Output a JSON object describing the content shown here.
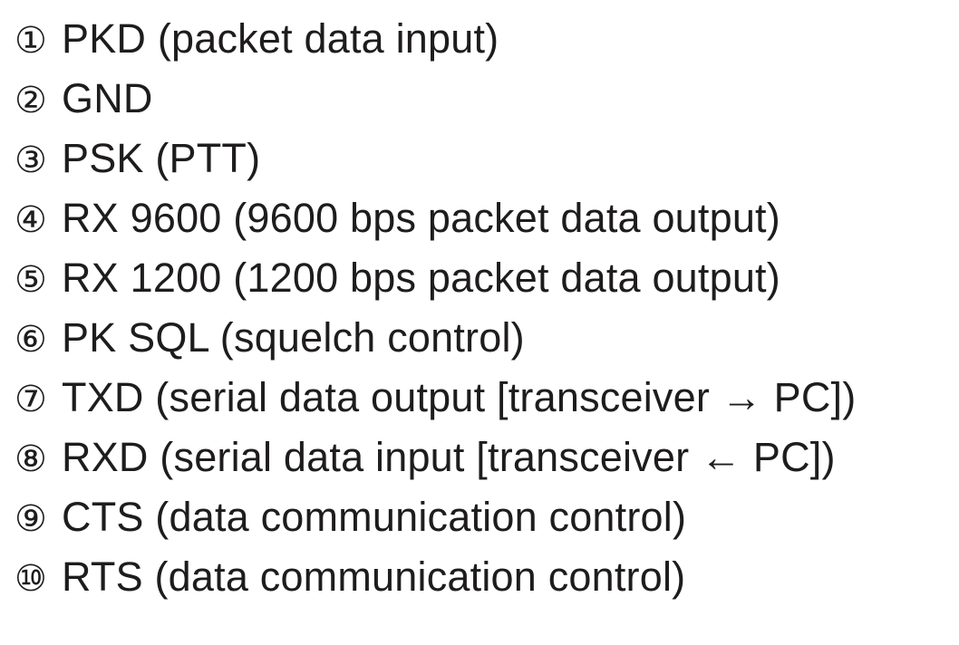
{
  "page": {
    "background_color": "#ffffff",
    "text_color": "#1e1c1c"
  },
  "pin_list": {
    "items": [
      {
        "marker": "①",
        "text": "PKD (packet data input)"
      },
      {
        "marker": "②",
        "text": "GND"
      },
      {
        "marker": "③",
        "text": "PSK (PTT)"
      },
      {
        "marker": "④",
        "text": "RX 9600 (9600 bps packet data output)"
      },
      {
        "marker": "⑤",
        "text": "RX 1200 (1200 bps packet data output)"
      },
      {
        "marker": "⑥",
        "text": "PK SQL (squelch control)"
      },
      {
        "marker": "⑦",
        "text": "TXD (serial data output [transceiver → PC])"
      },
      {
        "marker": "⑧",
        "text": "RXD (serial data input [transceiver ← PC])"
      },
      {
        "marker": "⑨",
        "text": "CTS (data communication control)"
      },
      {
        "marker": "⑩",
        "text": "RTS (data communication control)"
      }
    ]
  }
}
